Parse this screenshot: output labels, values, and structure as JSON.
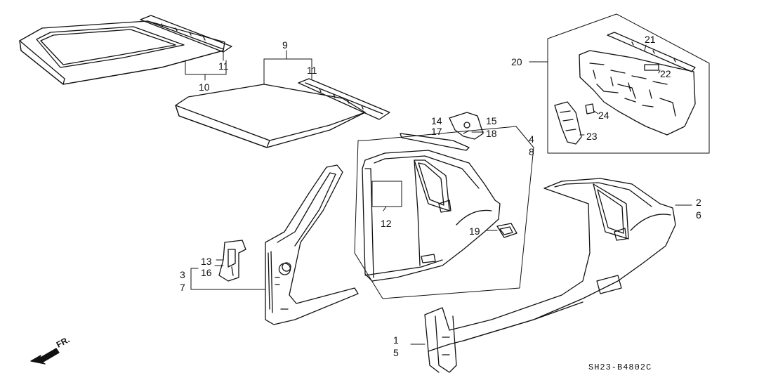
{
  "diagram": {
    "part_numbers": [
      "1",
      "5",
      "2",
      "6",
      "3",
      "7",
      "13",
      "16",
      "4",
      "8",
      "14",
      "17",
      "15",
      "18",
      "12",
      "19",
      "9",
      "11a",
      "11b",
      "10",
      "20",
      "21",
      "22",
      "24",
      "23"
    ],
    "labels": {
      "n1": "1",
      "n5": "5",
      "n2": "2",
      "n6": "6",
      "n3": "3",
      "n7": "7",
      "n13": "13",
      "n16": "16",
      "n4": "4",
      "n8": "8",
      "n14": "14",
      "n17": "17",
      "n15": "15",
      "n18": "18",
      "n12": "12",
      "n19": "19",
      "n9": "9",
      "n11a": "11",
      "n11b": "11",
      "n10": "10",
      "n20": "20",
      "n21": "21",
      "n22": "22",
      "n24": "24",
      "n23": "23"
    },
    "direction_label": "FR.",
    "drawing_code": "SH23-B4802C",
    "line_color": "#111111"
  }
}
